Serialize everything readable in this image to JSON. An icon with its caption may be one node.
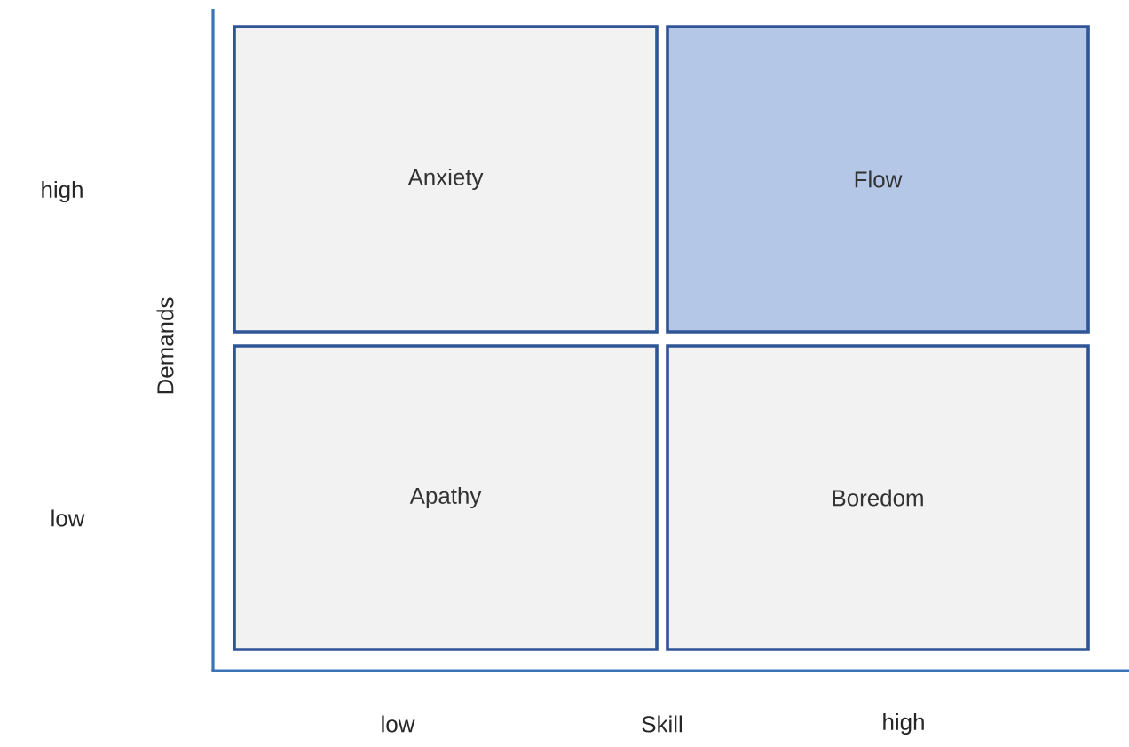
{
  "diagram": {
    "nodes": [
      {
        "text": [
          "Anxiety"
        ]
      },
      {
        "text": [
          "Flow"
        ]
      },
      {
        "text": [
          "Apathy"
        ]
      },
      {
        "text": [
          "Boredom"
        ]
      }
    ],
    "labels": [
      "high",
      "low",
      "Demands",
      "low",
      "Skill",
      "high"
    ]
  }
}
